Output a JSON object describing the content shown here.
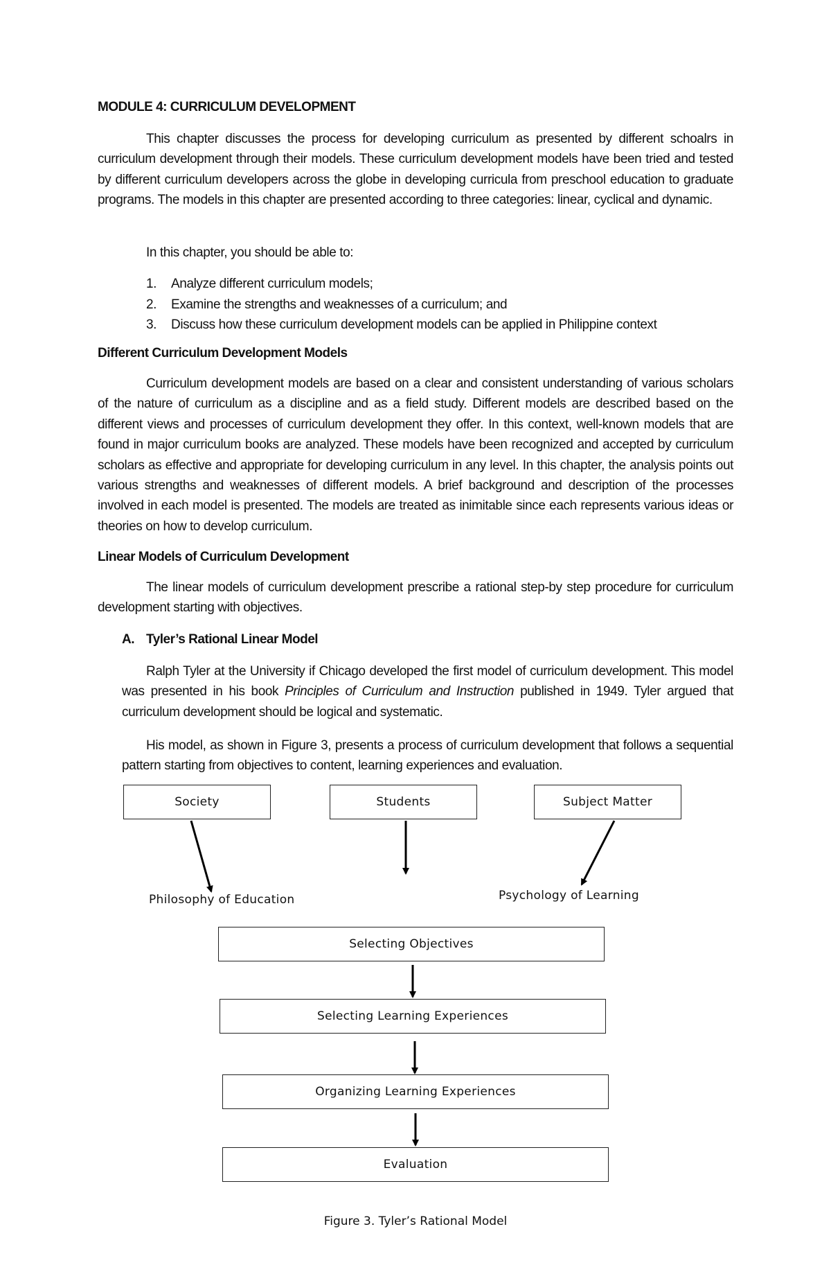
{
  "module_title": "MODULE 4: CURRICULUM DEVELOPMENT",
  "intro_paragraph": "This chapter discusses the process for developing curriculum as presented by different schoalrs in curriculum development through their models. These curriculum development models have been tried and tested by different curriculum developers across the globe in developing curricula from preschool education to graduate programs. The models in this chapter are presented according to three categories: linear, cyclical and dynamic.",
  "objectives_intro": "In this chapter, you should be able to:",
  "objectives": [
    {
      "num": "1.",
      "text": "Analyze different curriculum models;"
    },
    {
      "num": "2.",
      "text": "Examine the strengths and weaknesses of a curriculum; and"
    },
    {
      "num": "3.",
      "text": "Discuss how these curriculum development models can be applied in Philippine context"
    }
  ],
  "section1_heading": "Different Curriculum Development Models",
  "section1_paragraph": "Curriculum development models are based on a clear and consistent understanding of various scholars of the nature of curriculum as a discipline and as a field study. Different models are described based on the different views and processes of curriculum development they offer. In this context, well-known models that are found in major curriculum books are analyzed. These models have been recognized and accepted by curriculum scholars as effective and appropriate for developing curriculum in any level. In this chapter, the analysis points out various strengths and weaknesses of different models. A brief background and description of the processes involved in each model is presented. The models are treated as inimitable since each represents various ideas or theories on how to develop curriculum.",
  "section2_heading": "Linear Models of Curriculum Development",
  "section2_paragraph": "The linear models of curriculum development prescribe a rational step-by step procedure for curriculum development starting with objectives.",
  "subsection_a": {
    "label": "A.",
    "heading": "Tyler’s Rational Linear Model",
    "para1_before": "Ralph Tyler at the University if Chicago developed the first model of curriculum development. This model was presented in his book ",
    "para1_italic": "Principles of Curriculum and Instruction",
    "para1_after": " published in 1949. Tyler argued that curriculum development should be logical and systematic.",
    "para2": "His model, as shown in Figure 3, presents a process of curriculum development that follows a sequential pattern starting from objectives to content, learning experiences and evaluation."
  },
  "diagram": {
    "sources": [
      "Society",
      "Students",
      "Subject Matter"
    ],
    "left_label": "Philosophy of Education",
    "right_label": "Psychology of Learning",
    "steps": [
      "Selecting Objectives",
      "Selecting Learning Experiences",
      "Organizing Learning Experiences",
      "Evaluation"
    ]
  },
  "caption": "Figure 3. Tyler’s Rational Model"
}
